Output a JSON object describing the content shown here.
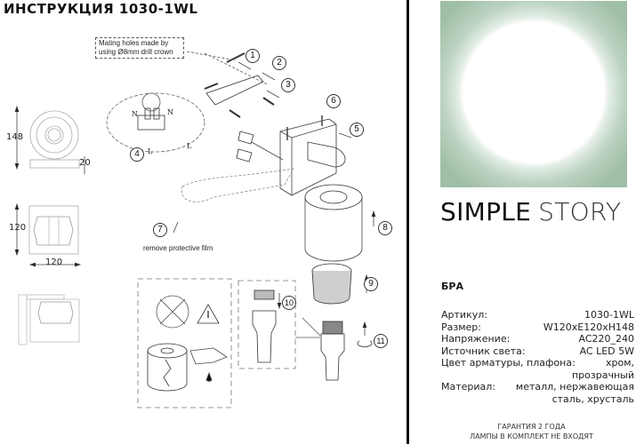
{
  "header": {
    "title": "ИНСТРУКЦИЯ 1030-1WL"
  },
  "diagram": {
    "mating_note": [
      "Mating holes made by",
      "using Ø8mm drill crown"
    ],
    "steps": [
      "1",
      "2",
      "3",
      "4",
      "5",
      "6",
      "7",
      "8",
      "9",
      "10",
      "11"
    ],
    "remove_film_label": "remove protective film",
    "wire_labels": {
      "n1": "N",
      "n2": "N",
      "l1": "L",
      "l2": "L"
    },
    "dimensions": {
      "height": "148",
      "base": "20",
      "side_height": "120",
      "width": "120"
    }
  },
  "product": {
    "brand_part1": "SIMPLE",
    "brand_part2": "STORY",
    "type": "БРА",
    "hero_colors": {
      "background": "#9fbea6",
      "glow": "#ffffff"
    }
  },
  "specs": {
    "article_label": "Артикул:",
    "article_value": "1030-1WL",
    "size_label": "Размер:",
    "size_value": "W120xE120xH148",
    "voltage_label": "Напряжение:",
    "voltage_value": "AC220_240",
    "light_label": "Источник света:",
    "light_value": "AC LED 5W",
    "color_label": "Цвет арматуры, плафона:",
    "color_value_1": "хром,",
    "color_value_2": "прозрачный",
    "material_label": "Материал:",
    "material_value_1": "металл, нержавеющая",
    "material_value_2": "сталь, хрусталь"
  },
  "footer": {
    "warranty": "ГАРАНТИЯ 2 ГОДА",
    "lamps_note": "ЛАМПЫ В КОМПЛЕКТ НЕ ВХОДЯТ"
  }
}
